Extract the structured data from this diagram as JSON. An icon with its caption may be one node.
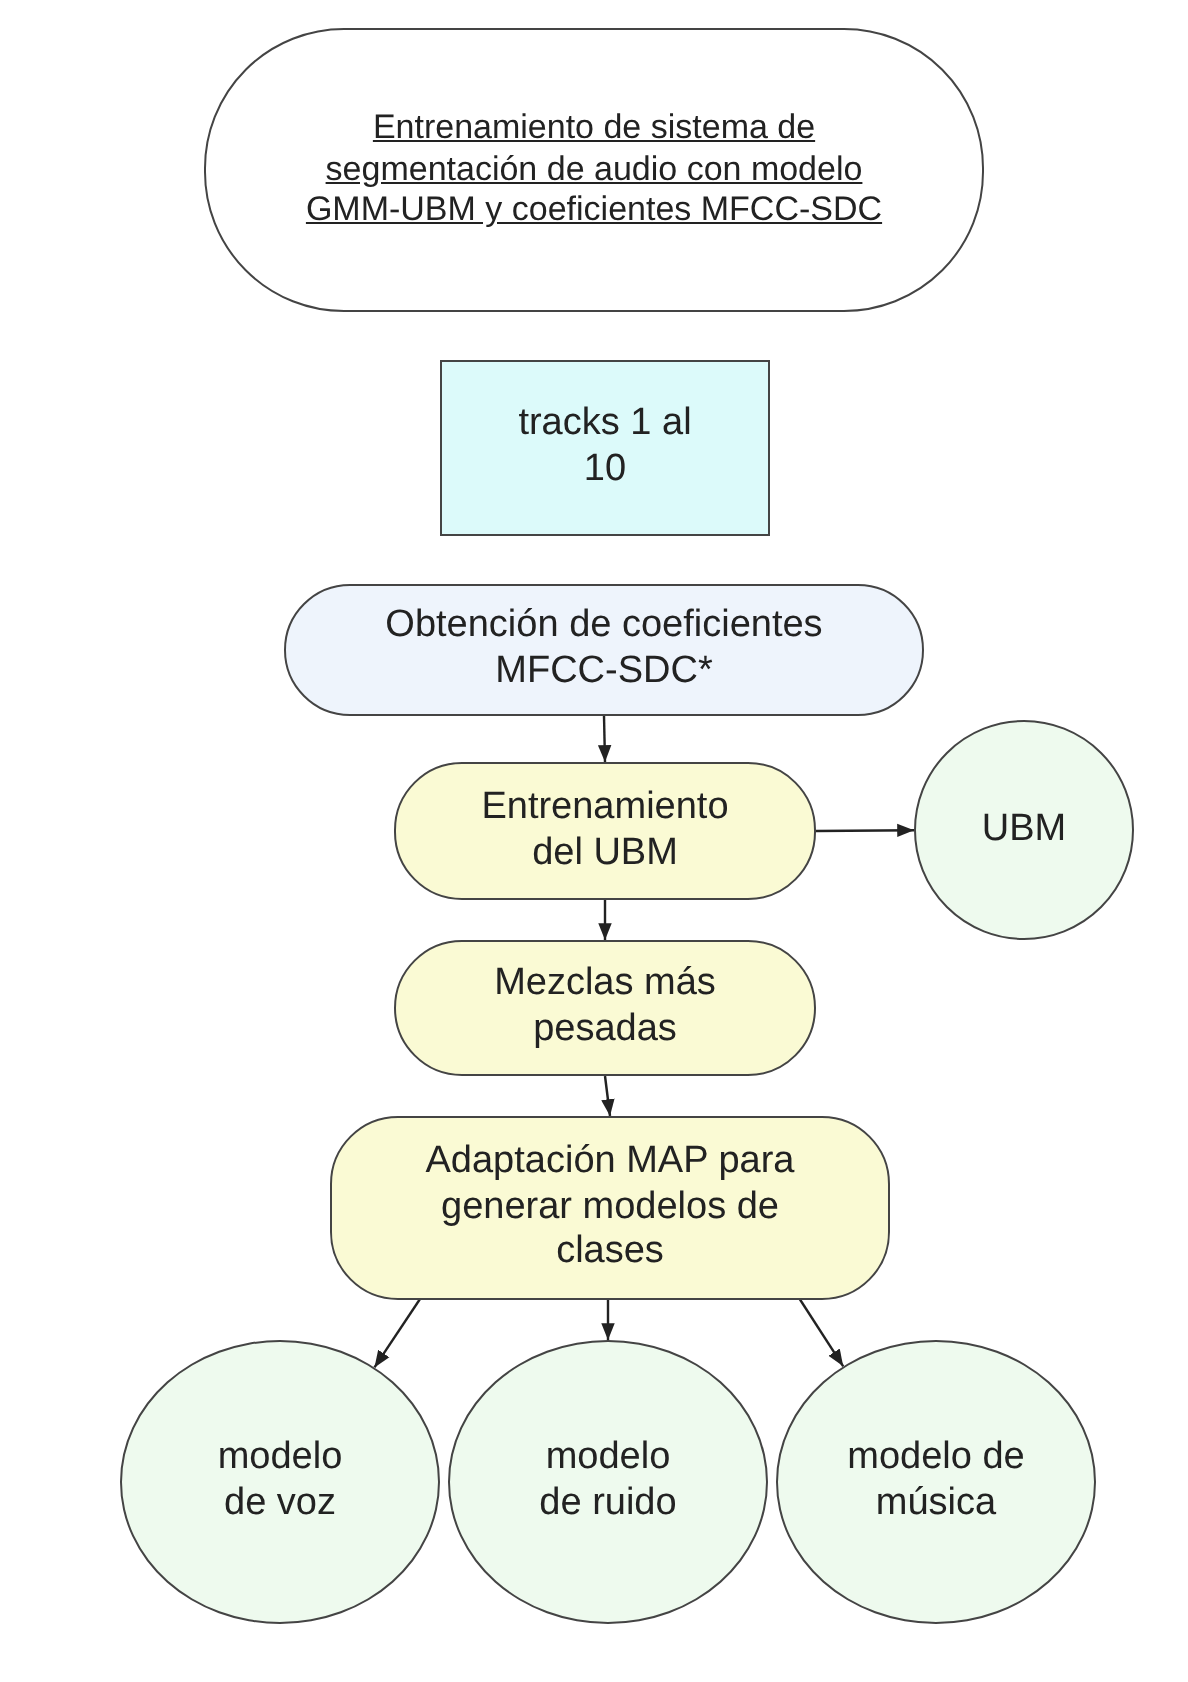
{
  "diagram": {
    "nodes": [
      {
        "text": [
          "Entrenamiento de sistema de segmentación de audio con modelo GMM-UBM y coeficientes MFCC-SDC"
        ]
      },
      {
        "text": [
          "tracks 1 al 10"
        ]
      },
      {
        "text": [
          "Obtención de coeficientes MFCC-SDC*"
        ]
      },
      {
        "text": [
          "Entrenamiento del UBM"
        ]
      },
      {
        "text": [
          "UBM"
        ]
      },
      {
        "text": [
          "Mezclas más pesadas"
        ]
      },
      {
        "text": [
          "Adaptación MAP para generar modelos de clases"
        ]
      },
      {
        "text": [
          "modelo de voz"
        ]
      },
      {
        "text": [
          "modelo de ruido"
        ]
      },
      {
        "text": [
          "modelo de música"
        ]
      }
    ],
    "edges": [
      {
        "from": 2,
        "to": 3,
        "arrow": "to"
      },
      {
        "from": 3,
        "to": 4,
        "arrow": "to"
      },
      {
        "from": 3,
        "to": 5,
        "arrow": "to"
      },
      {
        "from": 5,
        "to": 6,
        "arrow": "to"
      },
      {
        "from": 6,
        "to": 7,
        "arrow": "to"
      },
      {
        "from": 6,
        "to": 8,
        "arrow": "to"
      },
      {
        "from": 6,
        "to": 9,
        "arrow": "to"
      }
    ]
  }
}
